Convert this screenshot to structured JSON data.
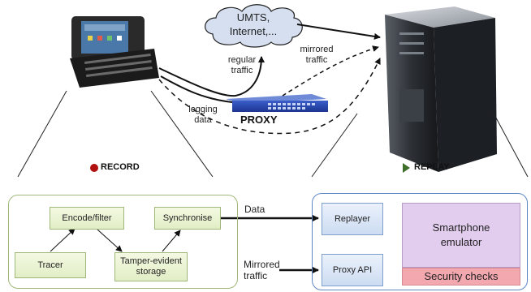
{
  "cloud": {
    "line1": "UMTS,",
    "line2": "Internet,..."
  },
  "labels": {
    "regular_traffic": [
      "regular",
      "traffic"
    ],
    "mirrored_traffic": [
      "mirrored",
      "traffic"
    ],
    "logging_data": [
      "logging",
      "data"
    ],
    "proxy": "PROXY",
    "record": "RECORD",
    "replay": "REPLAY",
    "data": "Data",
    "mirrored_traffic_bottom": [
      "Mirrored",
      "traffic"
    ]
  },
  "record_panel": {
    "encode_filter": "Encode/filter",
    "synchronise": "Synchronise",
    "tracer": "Tracer",
    "tamper_evident": [
      "Tamper-evident",
      "storage"
    ]
  },
  "replay_panel": {
    "replayer": "Replayer",
    "proxy_api": "Proxy API",
    "smartphone_emulator": [
      "Smartphone",
      "emulator"
    ],
    "security_checks": "Security checks"
  },
  "colors": {
    "record_dot": "#b01010",
    "replay_arrow": "#3f6e2a",
    "green_border": "#9fb879",
    "blue_border": "#5f86c4",
    "emulator_fill": "#e3cdef",
    "security_fill": "#f3a8b0"
  }
}
